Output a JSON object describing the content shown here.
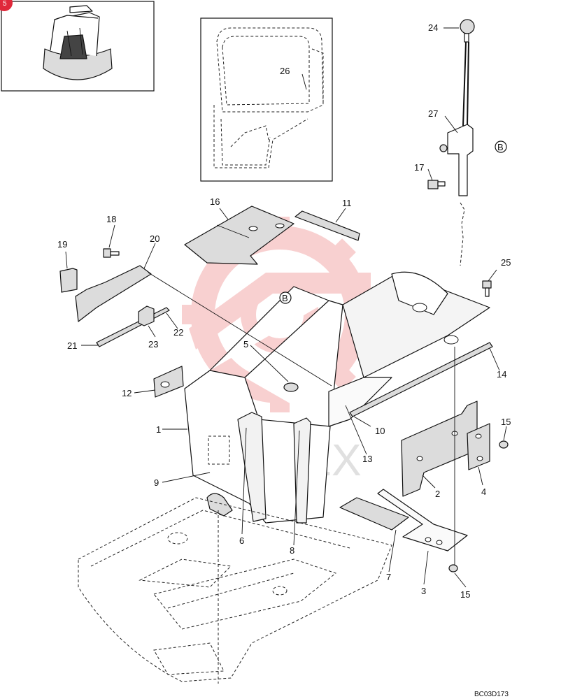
{
  "diagram_code": "BC03D173",
  "watermark_text": "ИНТЕХ",
  "callout_B": "B",
  "corner_badge_text": "5",
  "colors": {
    "line": "#111111",
    "watermark": "#e03030",
    "badge": "#e0283a",
    "part_fill": "#dcdcdc"
  },
  "icons": [
    "corner-badge",
    "watermark-gear-logo",
    "reference-circle-b"
  ],
  "callouts": [
    {
      "id": "c1",
      "label": "1"
    },
    {
      "id": "c2",
      "label": "2"
    },
    {
      "id": "c3",
      "label": "3"
    },
    {
      "id": "c4",
      "label": "4"
    },
    {
      "id": "c5",
      "label": "5"
    },
    {
      "id": "c6",
      "label": "6"
    },
    {
      "id": "c7",
      "label": "7"
    },
    {
      "id": "c8",
      "label": "8"
    },
    {
      "id": "c9",
      "label": "9"
    },
    {
      "id": "c10",
      "label": "10"
    },
    {
      "id": "c11",
      "label": "11"
    },
    {
      "id": "c12",
      "label": "12"
    },
    {
      "id": "c13",
      "label": "13"
    },
    {
      "id": "c14",
      "label": "14"
    },
    {
      "id": "c15a",
      "label": "15"
    },
    {
      "id": "c15b",
      "label": "15"
    },
    {
      "id": "c16",
      "label": "16"
    },
    {
      "id": "c17",
      "label": "17"
    },
    {
      "id": "c18",
      "label": "18"
    },
    {
      "id": "c19",
      "label": "19"
    },
    {
      "id": "c20",
      "label": "20"
    },
    {
      "id": "c21",
      "label": "21"
    },
    {
      "id": "c22",
      "label": "22"
    },
    {
      "id": "c23",
      "label": "23"
    },
    {
      "id": "c24",
      "label": "24"
    },
    {
      "id": "c25",
      "label": "25"
    },
    {
      "id": "c26",
      "label": "26"
    },
    {
      "id": "c27",
      "label": "27"
    }
  ]
}
